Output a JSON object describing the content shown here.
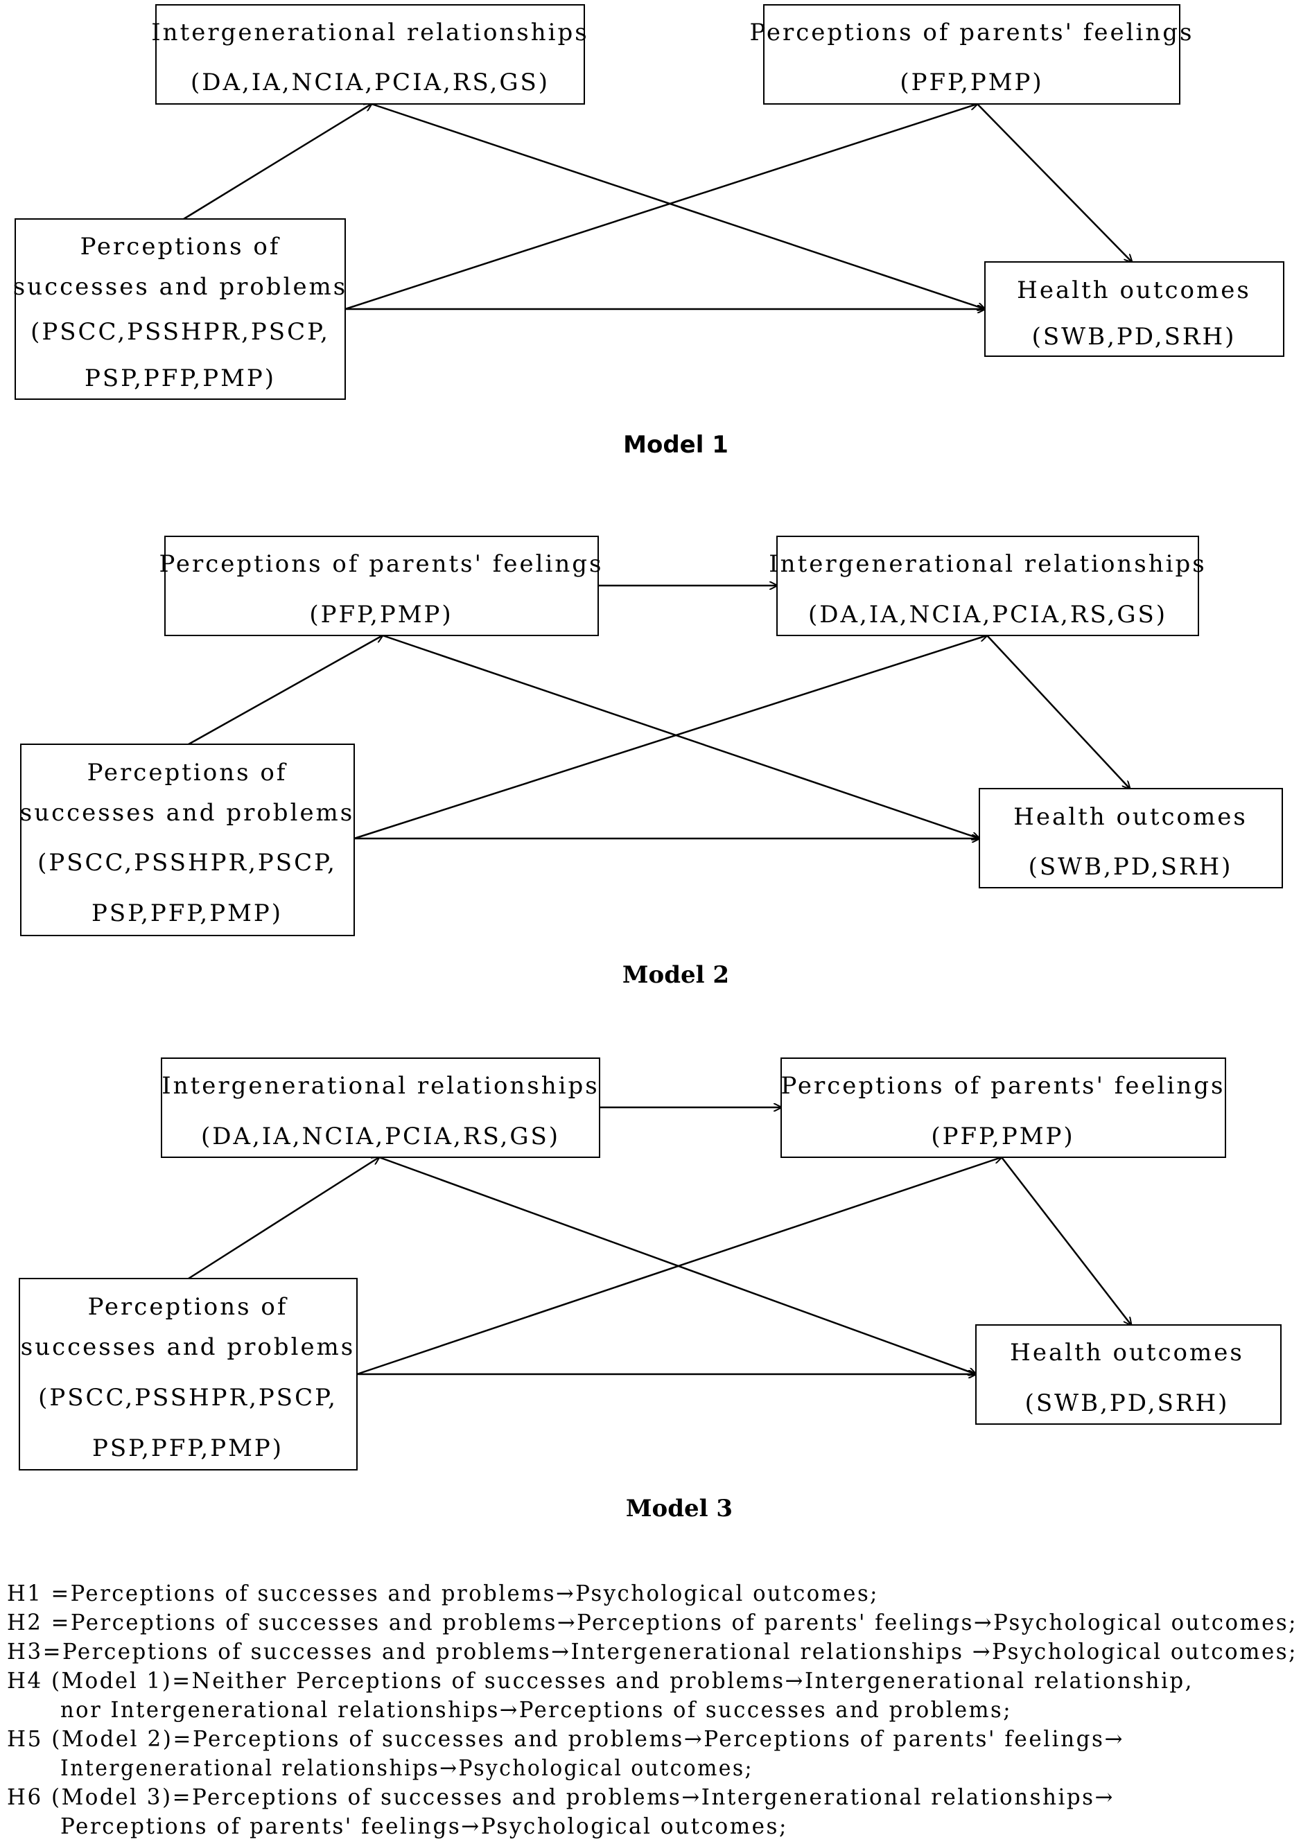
{
  "models": [
    {
      "caption": "Model 1",
      "ir_box": {
        "line1": "Intergenerational relationships",
        "line2": "(DA,IA,NCIA,PCIA,RS,GS)"
      },
      "pf_box": {
        "line1": "Perceptions of parents' feelings",
        "line2": "(PFP,PMP)"
      },
      "ps_box": {
        "line1": "Perceptions of",
        "line2": "successes and problems",
        "line3": "(PSCC,PSSHPR,PSCP,",
        "line4": "PSP,PFP,PMP)"
      },
      "ho_box": {
        "line1": "Health outcomes",
        "line2": "(SWB,PD,SRH)"
      }
    },
    {
      "caption": "Model 2",
      "pf_box": {
        "line1": "Perceptions of parents' feelings",
        "line2": "(PFP,PMP)"
      },
      "ir_box": {
        "line1": "Intergenerational relationships",
        "line2": "(DA,IA,NCIA,PCIA,RS,GS)"
      },
      "ps_box": {
        "line1": "Perceptions of",
        "line2": "successes and problems",
        "line3": "(PSCC,PSSHPR,PSCP,",
        "line4": "PSP,PFP,PMP)"
      },
      "ho_box": {
        "line1": "Health outcomes",
        "line2": "(SWB,PD,SRH)"
      }
    },
    {
      "caption": "Model 3",
      "ir_box": {
        "line1": "Intergenerational relationships",
        "line2": "(DA,IA,NCIA,PCIA,RS,GS)"
      },
      "pf_box": {
        "line1": "Perceptions of parents' feelings",
        "line2": "(PFP,PMP)"
      },
      "ps_box": {
        "line1": "Perceptions of",
        "line2": "successes and problems",
        "line3": "(PSCC,PSSHPR,PSCP,",
        "line4": "PSP,PFP,PMP)"
      },
      "ho_box": {
        "line1": "Health outcomes",
        "line2": "(SWB,PD,SRH)"
      }
    }
  ],
  "hypotheses": [
    "H1 =Perceptions of successes and problems→Psychological outcomes;",
    "H2 =Perceptions of successes and problems→Perceptions of parents' feelings→Psychological outcomes;",
    "H3=Perceptions of successes and problems→Intergenerational relationships →Psychological outcomes;",
    "H4 (Model 1)=Neither Perceptions of successes and problems→Intergenerational relationship,",
    "nor Intergenerational relationships→Perceptions of successes and problems;",
    "H5 (Model 2)=Perceptions of successes and problems→Perceptions of parents' feelings→",
    "Intergenerational relationships→Psychological outcomes;",
    "H6 (Model 3)=Perceptions of successes and problems→Intergenerational relationships→",
    "Perceptions of parents' feelings→Psychological outcomes;"
  ]
}
